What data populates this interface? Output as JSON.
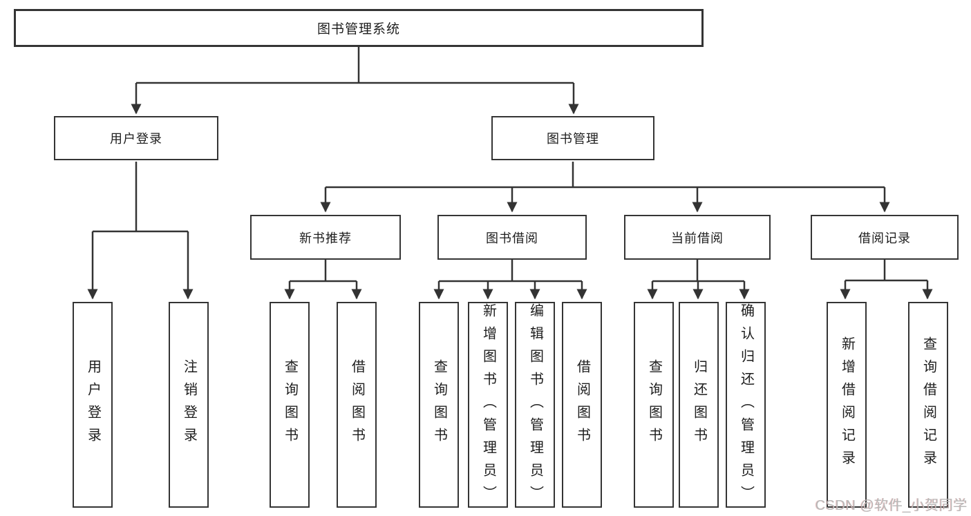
{
  "diagram": {
    "title": "图书管理系统",
    "level2": {
      "user_login": "用户登录",
      "book_mgmt": "图书管理"
    },
    "level3": {
      "new_book_rec": "新书推荐",
      "book_borrow": "图书借阅",
      "current_borrow": "当前借阅",
      "borrow_record": "借阅记录"
    },
    "leaves": {
      "user_login": "用户登录",
      "logout": "注销登录",
      "nb_query": "查询图书",
      "nb_borrow": "借阅图书",
      "bb_query": "查询图书",
      "bb_add": "新增图书（管理员）",
      "bb_edit": "编辑图书（管理员）",
      "bb_borrow": "借阅图书",
      "cb_query": "查询图书",
      "cb_return": "归还图书",
      "cb_confirm": "确认归还（管理员）",
      "br_add": "新增借阅记录",
      "br_query": "查询借阅记录"
    }
  },
  "watermark": "CSDN @软件_小贺同学",
  "colors": {
    "line": "#333333",
    "border": "#343434",
    "text": "#1d1d1d",
    "watermark": "#b9b9b9",
    "background": "#ffffff"
  }
}
